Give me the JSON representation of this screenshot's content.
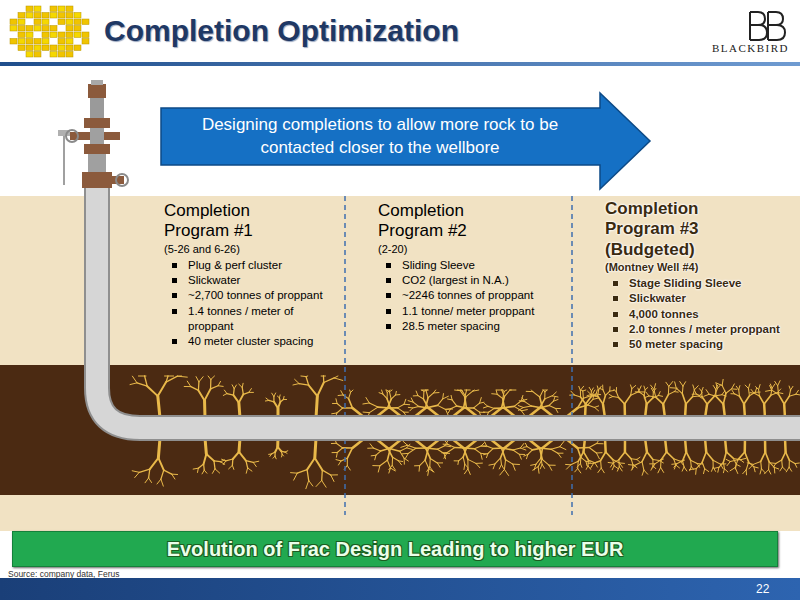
{
  "diagram": {
    "title": "Completion Optimization",
    "nodes": [
      {
        "text": [
          "Designing completions to allow more rock to be contacted closer to the wellbore"
        ]
      },
      {
        "text": [
          "Completion Program #1",
          "(5-26 and 6-26)",
          "Plug & perf cluster",
          "Slickwater",
          "~2,700 tonnes of proppant",
          "1.4 tonnes / meter of proppant",
          "40 meter cluster spacing"
        ]
      },
      {
        "text": [
          "Completion Program #2",
          "(2-20)",
          "Sliding Sleeve",
          "CO2 (largest in N.A.)",
          "~2246 tonnes of proppant",
          "1.1 tonne/ meter proppant",
          "28.5 meter spacing"
        ]
      },
      {
        "text": [
          "Completion Program #3 (Budgeted)",
          "(Montney Well #4)",
          "Stage Sliding Sleeve",
          "Slickwater",
          "4,000 tonnes",
          "2.0 tonnes / meter proppant",
          "50 meter spacing"
        ]
      },
      {
        "text": [
          "Evolution of Frac Design Leading to higher EUR"
        ]
      }
    ],
    "labels": [
      "BLACKBIRD",
      "Source: company data, Ferus",
      "22"
    ]
  }
}
